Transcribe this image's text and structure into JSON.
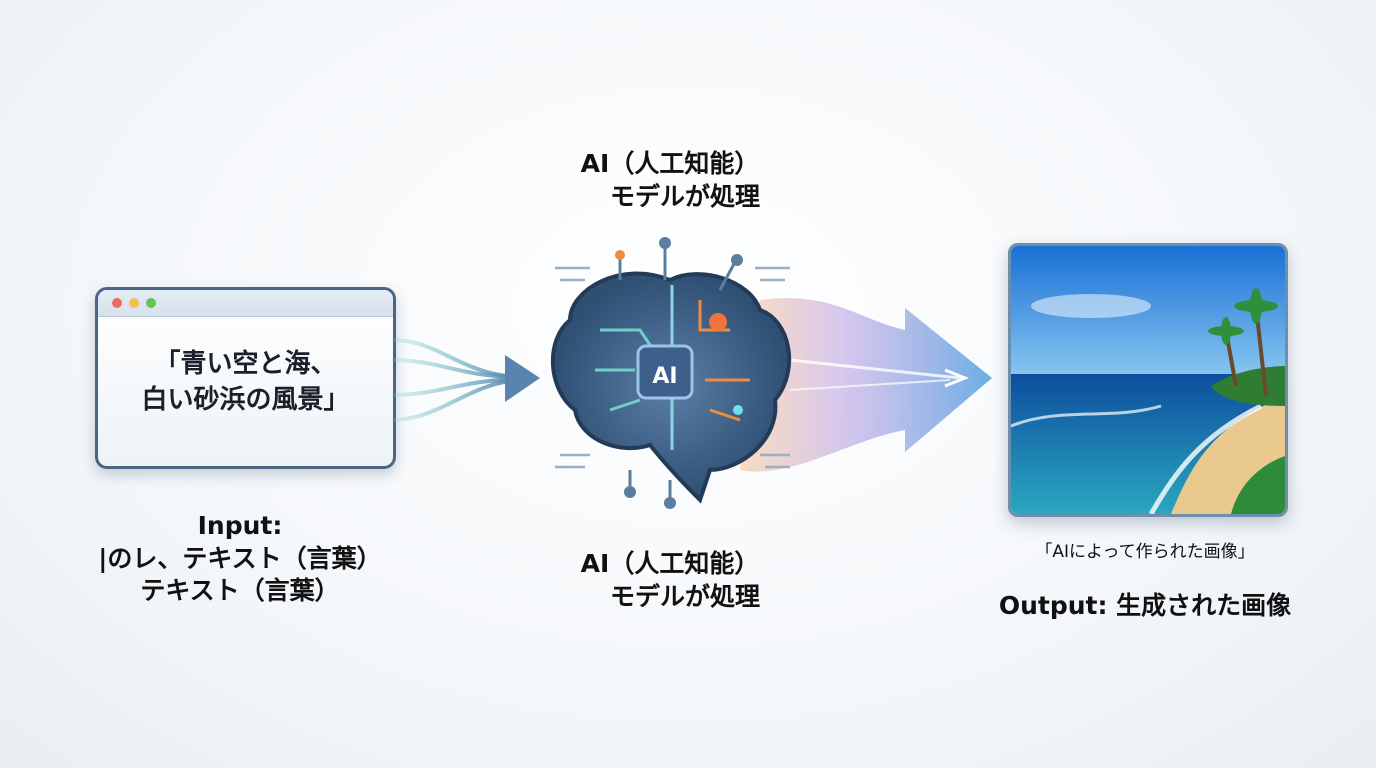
{
  "top_label": {
    "line1": "AI（人工知能）",
    "line2": "モデルが処理"
  },
  "bottom_label": {
    "line1": "AI（人工知能）",
    "line2": "モデルが処理"
  },
  "input_window": {
    "line1": "「青い空と海、",
    "line2": "白い砂浜の風景」"
  },
  "input_label": {
    "line1": "Input:",
    "line2": "|のレ、テキスト（言葉）",
    "line3": "テキスト（言葉）"
  },
  "brain_badge": "AI",
  "output_caption": "「AIによって作られた画像」",
  "output_label": "Output: 生成された画像",
  "colors": {
    "frame": "#4a6684",
    "accent_teal": "#3fb6b0",
    "accent_orange": "#f08a3c",
    "accent_purple": "#9a7ad8"
  }
}
